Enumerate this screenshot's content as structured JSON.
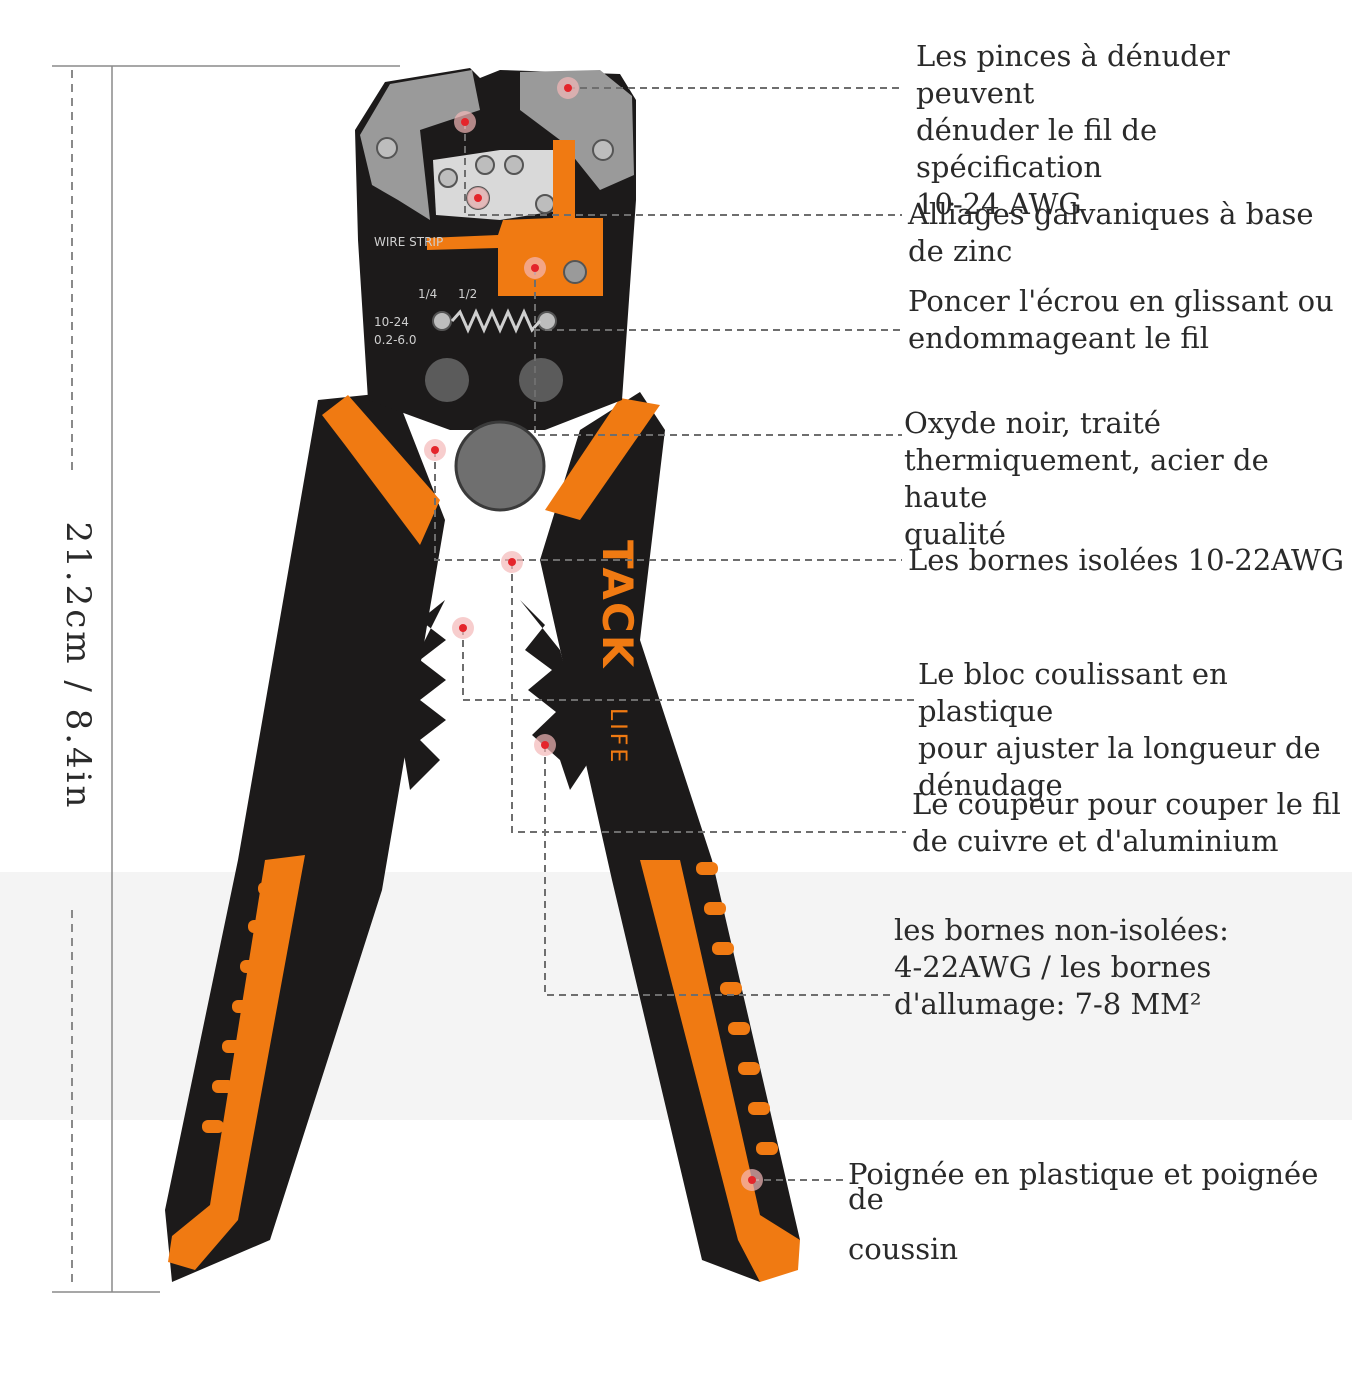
{
  "dimension": {
    "label": "21.2cm  /  8.4in"
  },
  "brand": {
    "name": "TACKLIFE",
    "name_main": "TACK",
    "name_sub": "LIFE"
  },
  "stamp": {
    "title": "WIRE STRIP",
    "line1": "10-24",
    "line2": "0.2-6.0",
    "mark1": "1/4",
    "mark2": "1/2"
  },
  "callouts": [
    {
      "text": "Les pinces à dénuder peuvent\ndénuder le fil de spécification\n10-24 AWG"
    },
    {
      "text": "Alliages galvaniques à base\nde zinc"
    },
    {
      "text": "Poncer l'écrou en glissant ou\n endommageant le fil"
    },
    {
      "text": "Oxyde noir, traité\nthermiquement, acier de haute\nqualité"
    },
    {
      "text": "Les bornes isolées 10-22AWG"
    },
    {
      "text": "Le bloc coulissant en plastique\n pour ajuster la longueur de\ndénudage"
    },
    {
      "text": "Le coupeur pour couper le fil\nde cuivre et d'aluminium"
    },
    {
      "text": "les bornes non-isolées:\n4-22AWG / les bornes\nd'allumage: 7-8 MM²"
    },
    {
      "text": "Poignée en plastique et poignée de\n\ncoussin"
    }
  ],
  "colors": {
    "orange": "#f07a12",
    "black": "#1c1a1a",
    "steel": "#9a9a9a",
    "marker": "#e4252b",
    "leader": "#6e6e6e",
    "text": "#2a2a2a"
  }
}
